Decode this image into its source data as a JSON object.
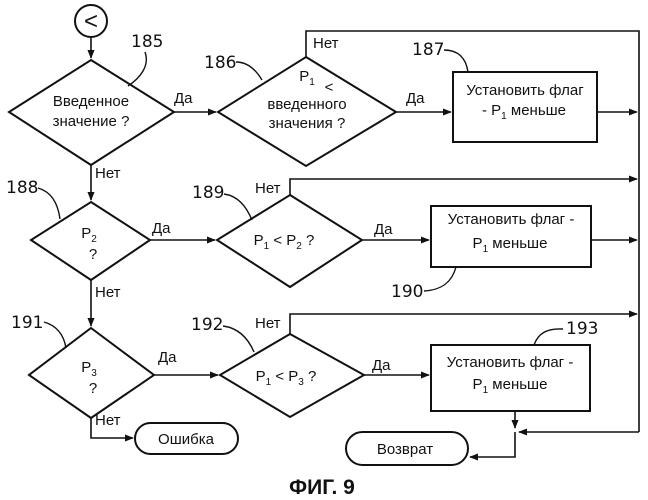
{
  "start_symbol": "<",
  "refs": {
    "r185": "185",
    "r186": "186",
    "r187": "187",
    "r188": "188",
    "r189": "189",
    "r190": "190",
    "r191": "191",
    "r192": "192",
    "r193": "193"
  },
  "d185": {
    "line1": "Введенное",
    "line2": "значение ?"
  },
  "d186": {
    "p": "P",
    "sub": "1",
    "lt": "<",
    "line2": "введенного",
    "line3": "значения ?"
  },
  "b187": {
    "line1": "Установить флаг",
    "line2_prefix": "- P",
    "sub": "1",
    "line2_suffix": " меньше"
  },
  "d188": {
    "p": "P",
    "sub": "2",
    "q": "?"
  },
  "d189": {
    "p1": "P",
    "sub1": "1",
    "lt": " < P",
    "sub2": "2",
    "q": "?"
  },
  "b190": {
    "line1": "Установить флаг -",
    "p": "P",
    "sub": "1",
    "suffix": "меньше"
  },
  "d191": {
    "p": "P",
    "sub": "3",
    "q": "?"
  },
  "d192": {
    "p1": "P",
    "sub1": "1",
    "lt": " < P",
    "sub2": "3",
    "q": "?"
  },
  "b193": {
    "line1": "Установить флаг -",
    "p": "P",
    "sub": "1",
    "suffix": "меньше"
  },
  "labels": {
    "yes": "Да",
    "no": "Нет"
  },
  "error_terminal": "Ошибка",
  "return_terminal": "Возврат",
  "caption": "ФИГ. 9"
}
